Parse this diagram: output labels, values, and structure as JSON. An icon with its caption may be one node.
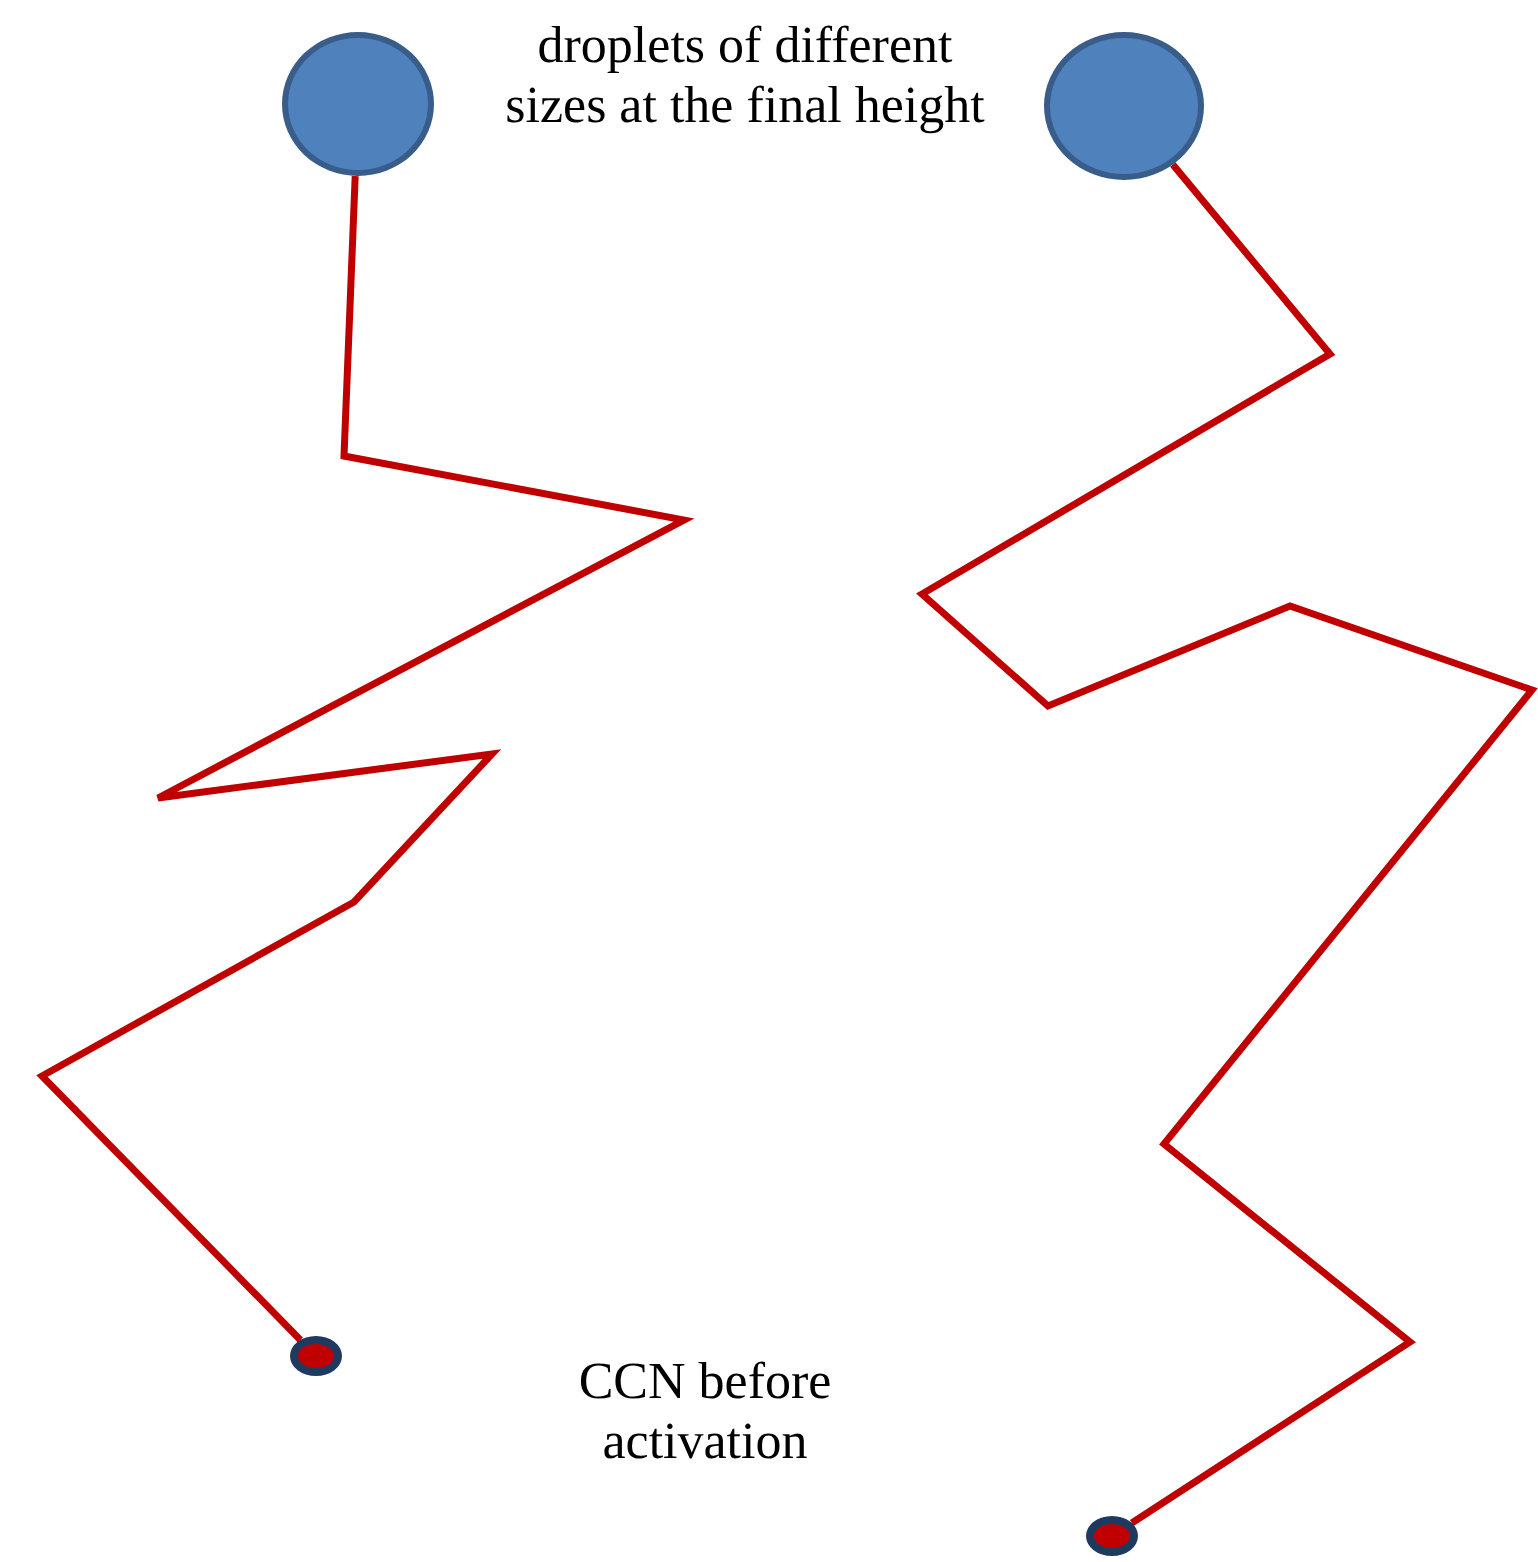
{
  "diagram": {
    "nodes": [
      {
        "text": [],
        "shape": "circle"
      },
      {
        "text": [],
        "shape": "circle"
      },
      {
        "text": [],
        "shape": "circle"
      },
      {
        "text": [],
        "shape": "circle"
      }
    ],
    "edges": [
      {
        "from": 2,
        "to": 0,
        "arrow": "none"
      },
      {
        "from": 3,
        "to": 1,
        "arrow": "none"
      }
    ],
    "labels": [
      "droplets of different sizes at the final height",
      "CCN before activation"
    ]
  }
}
